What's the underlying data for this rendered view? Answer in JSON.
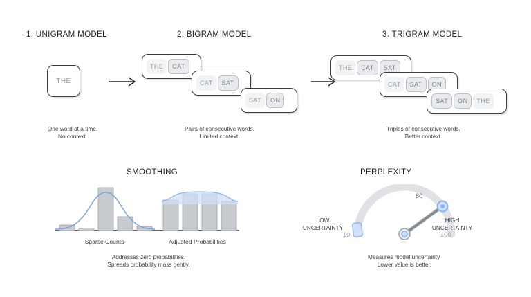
{
  "theme": {
    "background": "#ffffff",
    "ink": "#202124",
    "muted": "#9aa0a6",
    "tile_fill": "#e8eaed",
    "tile_stroke": "#bdc1c6",
    "pill_fill": "#f1f3f4",
    "card_stroke": "#3c4043",
    "accent_blue": "#8ab4f8",
    "curve_blue": "#7ba7dd",
    "bar_fill": "#c8ccd0",
    "arc_gray": "#e0e2e5"
  },
  "sections": {
    "unigram": {
      "title": "1. UNIGRAM MODEL",
      "cards": [
        {
          "tokens": [
            {
              "text": "THE",
              "style": "big"
            }
          ]
        }
      ],
      "caption_line1": "One word at a time.",
      "caption_line2": "No context."
    },
    "bigram": {
      "title": "2. BIGRAM MODEL",
      "cards": [
        {
          "tokens": [
            {
              "text": "THE",
              "style": "plain"
            },
            {
              "text": "CAT",
              "style": "tile"
            }
          ]
        },
        {
          "tokens": [
            {
              "text": "CAT",
              "style": "plain"
            },
            {
              "text": "SAT",
              "style": "tile"
            }
          ]
        },
        {
          "tokens": [
            {
              "text": "SAT",
              "style": "plain"
            },
            {
              "text": "ON",
              "style": "tile"
            }
          ]
        }
      ],
      "caption_line1": "Pairs of consecutive words.",
      "caption_line2": "Limited context."
    },
    "trigram": {
      "title": "3. TRIGRAM MODEL",
      "cards": [
        {
          "tokens": [
            {
              "text": "THE",
              "style": "plain"
            },
            {
              "text": "CAT",
              "style": "tile"
            },
            {
              "text": "SAT",
              "style": "tile"
            }
          ]
        },
        {
          "tokens": [
            {
              "text": "CAT",
              "style": "plain"
            },
            {
              "text": "SAT",
              "style": "tile"
            },
            {
              "text": "ON",
              "style": "tile"
            }
          ]
        },
        {
          "tokens": [
            {
              "text": "SAT",
              "style": "tile"
            },
            {
              "text": "ON",
              "style": "tile"
            },
            {
              "text": "THE",
              "style": "plain"
            }
          ]
        }
      ],
      "caption_line1": "Triples of consecutive words.",
      "caption_line2": "Better context."
    },
    "smoothing": {
      "title": "SMOOTHING",
      "left_label": "Sparse Counts",
      "right_label": "Adjusted Probabilities",
      "caption_line1": "Addresses zero probabilities.",
      "caption_line2": "Spreads probability mass gently."
    },
    "perplexity": {
      "title": "PERPLEXITY",
      "left_label_line1": "LOW",
      "left_label_line2": "UNCERTAINTY",
      "right_label_line1": "HIGH",
      "right_label_line2": "UNCERTAINTY",
      "min_value": "10",
      "max_value": "100",
      "current_value": "80",
      "caption_line1": "Measures model uncertainty.",
      "caption_line2": "Lower value is better."
    }
  },
  "arrows": {
    "unigram_to_bigram": "arrow-right",
    "bigram_to_trigram": "arrow-right"
  },
  "chart_data": [
    {
      "type": "bar",
      "title": "Sparse Counts",
      "categories": [
        "b1",
        "b2",
        "b3",
        "b4",
        "b5"
      ],
      "values": [
        8,
        3,
        62,
        20,
        6
      ],
      "ylim": [
        0,
        70
      ],
      "grid": false,
      "overlay": {
        "type": "line",
        "name": "smoothing curve",
        "shape": "gaussian-peaked",
        "color": "#7ba7dd"
      },
      "xlabel": "Sparse Counts",
      "ylabel": ""
    },
    {
      "type": "bar",
      "title": "Adjusted Probabilities",
      "categories": [
        "b1",
        "b2",
        "b3",
        "b4"
      ],
      "values": [
        38,
        48,
        48,
        36
      ],
      "ylim": [
        0,
        70
      ],
      "grid": false,
      "overlay": {
        "type": "line",
        "name": "smoothed distribution",
        "shape": "flat-plateau",
        "color": "#7ba7dd"
      },
      "xlabel": "Adjusted Probabilities",
      "ylabel": ""
    },
    {
      "type": "gauge",
      "title": "PERPLEXITY",
      "min": 10,
      "max": 100,
      "value": 80,
      "ticks": [
        10,
        80,
        100
      ],
      "arc_start_deg": 180,
      "arc_end_deg": 360,
      "annotations": [
        "LOW UNCERTAINTY",
        "HIGH UNCERTAINTY"
      ]
    }
  ]
}
